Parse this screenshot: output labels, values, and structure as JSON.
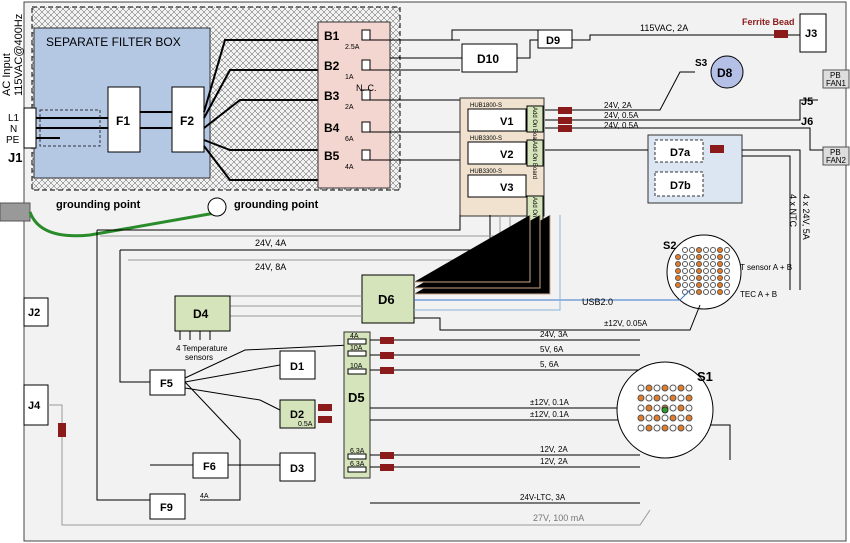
{
  "ac_input": {
    "line1": "AC Input",
    "line2": "115VAC@400Hz"
  },
  "j1": {
    "label": "J1",
    "pins": [
      "L1",
      "N",
      "PE"
    ]
  },
  "filter_box": {
    "title": "SEPARATE FILTER BOX",
    "f1": "F1",
    "f2": "F2"
  },
  "breakers": [
    {
      "id": "B1",
      "rating": "2.5A"
    },
    {
      "id": "B2",
      "rating": "1A"
    },
    {
      "id": "B3",
      "rating": "2A"
    },
    {
      "id": "B4",
      "rating": "6A"
    },
    {
      "id": "B5",
      "rating": "4A"
    }
  ],
  "nc_label": "N. C.",
  "grounding": {
    "left": "grounding\npoint",
    "right": "grounding\npoint"
  },
  "top": {
    "d10": "D10",
    "d9": "D9",
    "feed": "115VAC, 2A",
    "ferrite": "Ferrite Bead",
    "j3": "J3"
  },
  "fan": {
    "s3": "S3",
    "d8": "D8",
    "pb1": "PB\nFAN1",
    "pb2": "PB\nFAN2",
    "j5": "J5",
    "j6": "J6"
  },
  "hubs": {
    "v1": "V1",
    "v2": "V2",
    "v3": "V3",
    "hub1": "HUB1800-S",
    "hub2": "HUB3300-S",
    "hub3": "HUB3300-S",
    "addon": "Add On\nBoard"
  },
  "hub_out": {
    "a": "24V, 2A",
    "b": "24V, 0.5A",
    "c": "24V, 0.5A"
  },
  "d7": {
    "a": "D7a",
    "b": "D7b"
  },
  "ntc": {
    "a": "4 x 24V, 5A",
    "b": "4 x NTC"
  },
  "s2": {
    "label": "S2",
    "tsensor": "T sensor A + B",
    "tec": "TEC A + B"
  },
  "bus": {
    "a": "24V, 4A",
    "b": "24V, 8A"
  },
  "d6": "D6",
  "usb": "USB2.0",
  "pm12": "±12V, 0.05A",
  "d4": {
    "label": "D4",
    "sensors": "4 Temperature\nsensors"
  },
  "j2": "J2",
  "j4": "J4",
  "f5": "F5",
  "f6": "F6",
  "f9": "F9",
  "d1": "D1",
  "d2": "D2",
  "d3": "D3",
  "d5": "D5",
  "fuses": {
    "a": "4A",
    "b": "10A",
    "c": "10A",
    "d": "0.5A",
    "e": "6.3A",
    "f": "6.3A",
    "g": "4A"
  },
  "s1_lines": [
    "24V, 3A",
    "5V, 6A",
    "5, 6A",
    "±12V, 0.1A",
    "±12V, 0.1A",
    "12V, 2A",
    "12V, 2A",
    "24V-LTC, 3A"
  ],
  "s1": "S1",
  "bottom_note": "27V, 100 mA",
  "colors": {
    "filter_fill": "#b4c7e3",
    "breaker_fill": "#f3d6cf",
    "green_box": "#d6e4bc",
    "ferrite": "#8b1a1a",
    "d8_fill": "#b4c0e6",
    "orange_pin": "#e57c28"
  }
}
